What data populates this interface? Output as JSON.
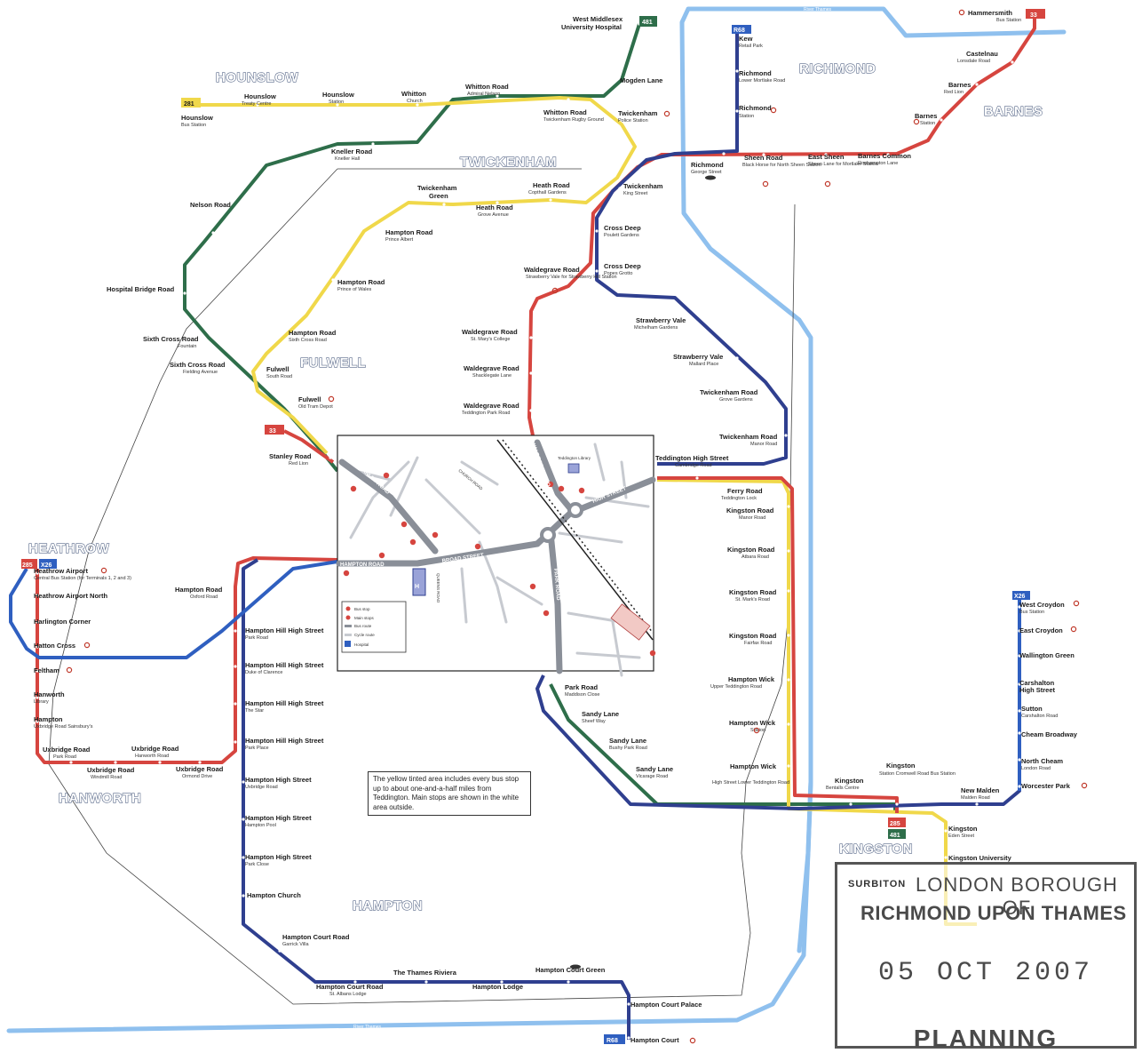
{
  "colors": {
    "route_281": "#f0d84a",
    "route_285": "#d6453f",
    "route_r68": "#2f3f8f",
    "route_481": "#2e6e4a",
    "route_x26": "#2f5fc0",
    "river": "#8fc0ee",
    "road": "#8a8f98"
  },
  "areas": {
    "hounslow": "HOUNSLOW",
    "richmond": "RICHMOND",
    "barnes": "BARNES",
    "twickenham": "TWICKENHAM",
    "fulwell": "FULWELL",
    "heathrow": "HEATHROW",
    "hanworth": "HANWORTH",
    "hampton": "HAMPTON",
    "kingston": "KINGSTON"
  },
  "route_badges": {
    "r281_hounslow": "281",
    "r481_west_mid": "481",
    "r33_hammersmith": "33",
    "r68_kew": "R68",
    "r33_stanley": "33",
    "r285_heathrow": "285",
    "x26_heathrow": "X26",
    "x26_croydon": "X26",
    "r285_kingston": "285",
    "r481_kingston": "481",
    "r68_hampton": "R68"
  },
  "rivers": {
    "top": "River Thames",
    "bottom": "River Thames"
  },
  "streets": {
    "stanley": "STANLEY ROAD",
    "waldegrave": "WALDEGRAVE ROAD",
    "high": "HIGH STREET",
    "hampton": "HAMPTON ROAD",
    "broad": "BROAD STREET",
    "park": "PARK ROAD",
    "queens": "QUEENS ROAD",
    "church": "CHURCH ROAD"
  },
  "inset": {
    "library": "Teddington Library",
    "legend": [
      "Bus stop",
      "Main stops",
      "Bus route",
      "Cycle route",
      "Hospital"
    ]
  },
  "note": "The yellow tinted area includes every bus stop up to about one-and-a-half miles from Teddington. Main stops are shown in the white area outside.",
  "stamp": {
    "line1_over": "SURBITON",
    "line1": "LONDON BOROUGH OF",
    "line2": "RICHMOND UPON THAMES",
    "date": "05 OCT 2007",
    "line4": "PLANNING"
  },
  "stops": [
    {
      "name": "West Middlesex",
      "sub": "University Hospital"
    },
    {
      "name": "Hammersmith",
      "sub": "Bus Station"
    },
    {
      "name": "Kew",
      "sub": "Retail Park"
    },
    {
      "name": "Castelnau",
      "sub": "Lonsdale Road"
    },
    {
      "name": "Richmond",
      "sub": "Lower Mortlake Road"
    },
    {
      "name": "Barnes",
      "sub": "Red Lion"
    },
    {
      "name": "Richmond",
      "sub": "Station"
    },
    {
      "name": "Barnes",
      "sub": "Station"
    },
    {
      "name": "Hounslow",
      "sub": "Treaty Centre"
    },
    {
      "name": "Hounslow",
      "sub": "Station"
    },
    {
      "name": "Whitton",
      "sub": "Church"
    },
    {
      "name": "Whitton Road",
      "sub": "Admiral Nelson"
    },
    {
      "name": "Mogden Lane",
      "sub": ""
    },
    {
      "name": "Hounslow",
      "sub": "Bus Station"
    },
    {
      "name": "Whitton Road",
      "sub": "Twickenham Rugby Ground"
    },
    {
      "name": "Twickenham",
      "sub": "Police Station"
    },
    {
      "name": "Kneller Road",
      "sub": "Kneller Hall"
    },
    {
      "name": "Richmond",
      "sub": "George Street"
    },
    {
      "name": "Sheen Road",
      "sub": "Black Horse for North Sheen Station"
    },
    {
      "name": "East Sheen",
      "sub": "Sheen Lane for Mortlake Station"
    },
    {
      "name": "Barnes Common",
      "sub": "Roehampton Lane"
    },
    {
      "name": "Twickenham",
      "sub": "Green"
    },
    {
      "name": "Heath Road",
      "sub": "Copthall Gardens"
    },
    {
      "name": "Twickenham",
      "sub": "King Street"
    },
    {
      "name": "Nelson Road",
      "sub": ""
    },
    {
      "name": "Heath Road",
      "sub": "Grove Avenue"
    },
    {
      "name": "Cross Deep",
      "sub": "Poulett Gardens"
    },
    {
      "name": "Hampton Road",
      "sub": "Prince Albert"
    },
    {
      "name": "Waldegrave Road",
      "sub": "Strawberry Vale for Strawberry Hill Station"
    },
    {
      "name": "Cross Deep",
      "sub": "Popes Grotto"
    },
    {
      "name": "Hampton Road",
      "sub": "Prince of Wales"
    },
    {
      "name": "Hospital Bridge Road",
      "sub": ""
    },
    {
      "name": "Strawberry Vale",
      "sub": "Michelham Gardens"
    },
    {
      "name": "Hampton Road",
      "sub": "Sixth Cross Road"
    },
    {
      "name": "Waldegrave Road",
      "sub": "St. Mary's College"
    },
    {
      "name": "Sixth Cross Road",
      "sub": "Fountain"
    },
    {
      "name": "Strawberry Vale",
      "sub": "Mallard Place"
    },
    {
      "name": "Sixth Cross Road",
      "sub": "Fielding Avenue"
    },
    {
      "name": "Fulwell",
      "sub": "South Road"
    },
    {
      "name": "Waldegrave Road",
      "sub": "Shacklegate Lane"
    },
    {
      "name": "Twickenham Road",
      "sub": "Grove Gardens"
    },
    {
      "name": "Fulwell",
      "sub": "Old Tram Depot"
    },
    {
      "name": "Waldegrave Road",
      "sub": "Teddington Park Road"
    },
    {
      "name": "Twickenham Road",
      "sub": "Manor Road"
    },
    {
      "name": "Stanley Road",
      "sub": "Red Lion"
    },
    {
      "name": "Teddington High Street",
      "sub": "Cambridge Road"
    },
    {
      "name": "Ferry Road",
      "sub": "Teddington Lock"
    },
    {
      "name": "Kingston Road",
      "sub": "Manor Road"
    },
    {
      "name": "Heathrow Airport",
      "sub": "Central Bus Station (for Terminals 1, 2 and 3)"
    },
    {
      "name": "Kingston Road",
      "sub": "Atbara Road"
    },
    {
      "name": "Hampton Road",
      "sub": "Oxford Road"
    },
    {
      "name": "Heathrow Airport North",
      "sub": ""
    },
    {
      "name": "Kingston Road",
      "sub": "St. Mark's Road"
    },
    {
      "name": "West Croydon",
      "sub": "Bus Station"
    },
    {
      "name": "Harlington Corner",
      "sub": ""
    },
    {
      "name": "East Croydon",
      "sub": ""
    },
    {
      "name": "Hampton Hill High Street",
      "sub": "Park Road"
    },
    {
      "name": "Kingston Road",
      "sub": "Fairfax Road"
    },
    {
      "name": "Hatton Cross",
      "sub": ""
    },
    {
      "name": "Hampton Hill High Street",
      "sub": "Duke of Clarence"
    },
    {
      "name": "Wallington Green",
      "sub": ""
    },
    {
      "name": "Feltham",
      "sub": ""
    },
    {
      "name": "Hampton Wick",
      "sub": "Upper Teddington Road"
    },
    {
      "name": "Park Road",
      "sub": "Maddison Close"
    },
    {
      "name": "Carshalton",
      "sub": "High Street"
    },
    {
      "name": "Hanworth",
      "sub": "Library"
    },
    {
      "name": "Hampton Hill High Street",
      "sub": "The Star"
    },
    {
      "name": "Sandy Lane",
      "sub": "Sheef Way"
    },
    {
      "name": "Sutton",
      "sub": "Carshalton Road"
    },
    {
      "name": "Hampton",
      "sub": "Uxbridge Road Sainsbury's"
    },
    {
      "name": "Hampton Wick",
      "sub": "Station"
    },
    {
      "name": "Sandy Lane",
      "sub": "Bushy Park Road"
    },
    {
      "name": "Cheam Broadway",
      "sub": ""
    },
    {
      "name": "Hampton Hill High Street",
      "sub": "Park Place"
    },
    {
      "name": "Uxbridge Road",
      "sub": "Park Road"
    },
    {
      "name": "Uxbridge Road",
      "sub": "Hanworth Road"
    },
    {
      "name": "North Cheam",
      "sub": "London Road"
    },
    {
      "name": "Sandy Lane",
      "sub": "Vicarage Road"
    },
    {
      "name": "Hampton Wick",
      "sub": "High Street Lower Teddington Road"
    },
    {
      "name": "Kingston",
      "sub": "Station Cromwell Road Bus Station"
    },
    {
      "name": "Uxbridge Road",
      "sub": "Windmill Road"
    },
    {
      "name": "Uxbridge Road",
      "sub": "Ormond Drive"
    },
    {
      "name": "Hampton High Street",
      "sub": "Uxbridge Road"
    },
    {
      "name": "Kingston",
      "sub": "Bentalls Centre"
    },
    {
      "name": "Worcester Park",
      "sub": ""
    },
    {
      "name": "New Malden",
      "sub": "Malden Road"
    },
    {
      "name": "Hampton High Street",
      "sub": "Hampton Pool"
    },
    {
      "name": "Kingston",
      "sub": "Eden Street"
    },
    {
      "name": "Hampton High Street",
      "sub": "Park Close"
    },
    {
      "name": "Kingston University",
      "sub": ""
    },
    {
      "name": "Hampton Church",
      "sub": ""
    },
    {
      "name": "Hampton Court Road",
      "sub": "Garrick Villa"
    },
    {
      "name": "The Thames Riviera",
      "sub": ""
    },
    {
      "name": "Hampton Court Green",
      "sub": ""
    },
    {
      "name": "Hampton Court Road",
      "sub": "St. Albans Lodge"
    },
    {
      "name": "Hampton Lodge",
      "sub": ""
    },
    {
      "name": "Hampton Court Palace",
      "sub": ""
    },
    {
      "name": "Hampton Court",
      "sub": ""
    }
  ]
}
